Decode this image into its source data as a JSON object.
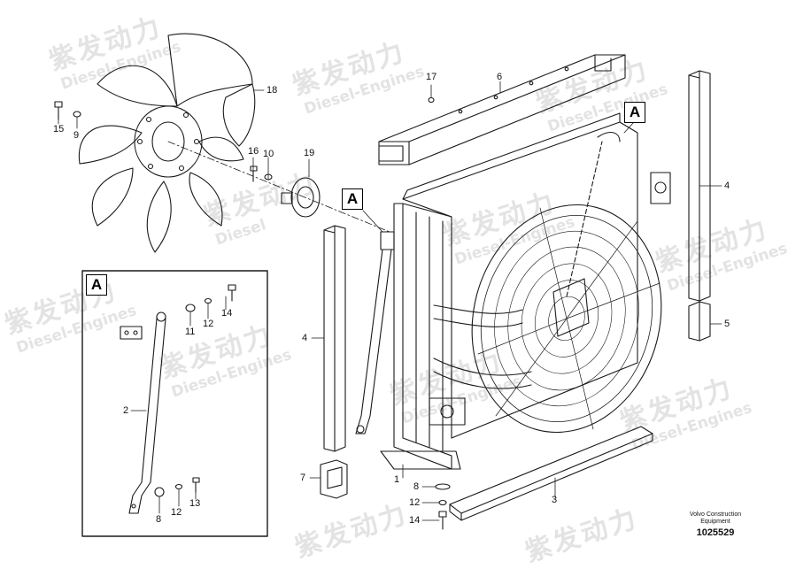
{
  "watermark": {
    "brand_cn": "紫发动力",
    "brand_en": "Diesel-Engines",
    "brand_en_short": "Diesel"
  },
  "view_tags": {
    "detail_view": "A",
    "callout_main": "A",
    "callout_top": "A"
  },
  "callouts": {
    "c1": "1",
    "c2": "2",
    "c3": "3",
    "c4_left": "4",
    "c4_right": "4",
    "c5": "5",
    "c6": "6",
    "c7": "7",
    "c8_bottom": "8",
    "c8_detail": "8",
    "c9": "9",
    "c10": "10",
    "c11": "11",
    "c12_detail_top": "12",
    "c12_detail_bottom": "12",
    "c12_bottom": "12",
    "c13": "13",
    "c14_detail": "14",
    "c14_bottom": "14",
    "c15": "15",
    "c16": "16",
    "c17": "17",
    "c18": "18",
    "c19": "19"
  },
  "credit": {
    "line1": "Volvo Construction",
    "line2": "Equipment",
    "number": "1025529"
  },
  "colors": {
    "line": "#1a1a1a",
    "watermark": "#e3e3e3"
  }
}
